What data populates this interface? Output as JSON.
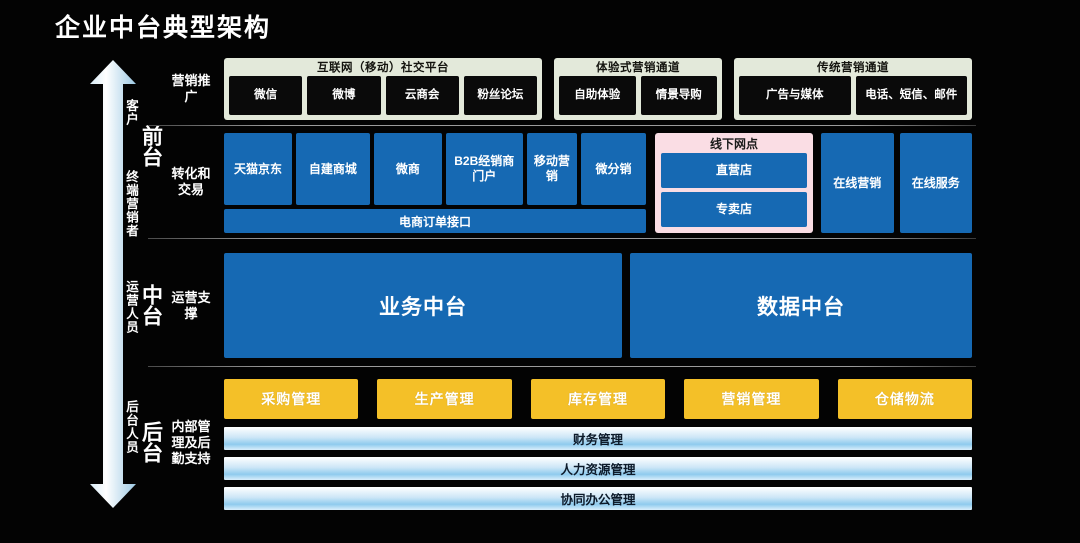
{
  "page": {
    "title": "企业中台典型架构",
    "background_color": "#030303"
  },
  "colors": {
    "blue": "#1669b3",
    "orange": "#f4c028",
    "green": "#e3e9da",
    "pink": "#fadde4",
    "support_bar": "#8fcbee"
  },
  "arrow": {
    "name": "vertical-double-arrow",
    "labels": [
      {
        "text": "客户"
      },
      {
        "text": "终端营销者"
      },
      {
        "text": "运营人员"
      },
      {
        "text": "后台人员"
      }
    ]
  },
  "tiers": [
    {
      "label": "前台"
    },
    {
      "label": "中台"
    },
    {
      "label": "后台"
    }
  ],
  "functions": [
    {
      "label": "营销推广"
    },
    {
      "label": "转化和交易"
    },
    {
      "label": "运营支撑"
    },
    {
      "label": "内部管理及后勤支持"
    }
  ],
  "channel_groups": [
    {
      "title": "互联网（移动）社交平台",
      "items": [
        "微信",
        "微博",
        "云商会",
        "粉丝论坛"
      ]
    },
    {
      "title": "体验式营销通道",
      "items": [
        "自助体验",
        "情景导购"
      ]
    },
    {
      "title": "传统营销通道",
      "items": [
        "广告与媒体",
        "电话、短信、邮件"
      ]
    }
  ],
  "trade_row": {
    "channels": [
      "天猫京东",
      "自建商城",
      "微商",
      "B2B经销商门户",
      "移动营销",
      "微分销"
    ],
    "order_interface": "电商订单接口",
    "offline": {
      "title": "线下网点",
      "items": [
        "直营店",
        "专卖店"
      ]
    },
    "right_boxes": [
      "在线营销",
      "在线服务"
    ]
  },
  "mid_platform": [
    {
      "label": "业务中台"
    },
    {
      "label": "数据中台"
    }
  ],
  "back_office": {
    "modules": [
      "采购管理",
      "生产管理",
      "库存管理",
      "营销管理",
      "仓储物流"
    ],
    "support_bars": [
      "财务管理",
      "人力资源管理",
      "协同办公管理"
    ]
  }
}
